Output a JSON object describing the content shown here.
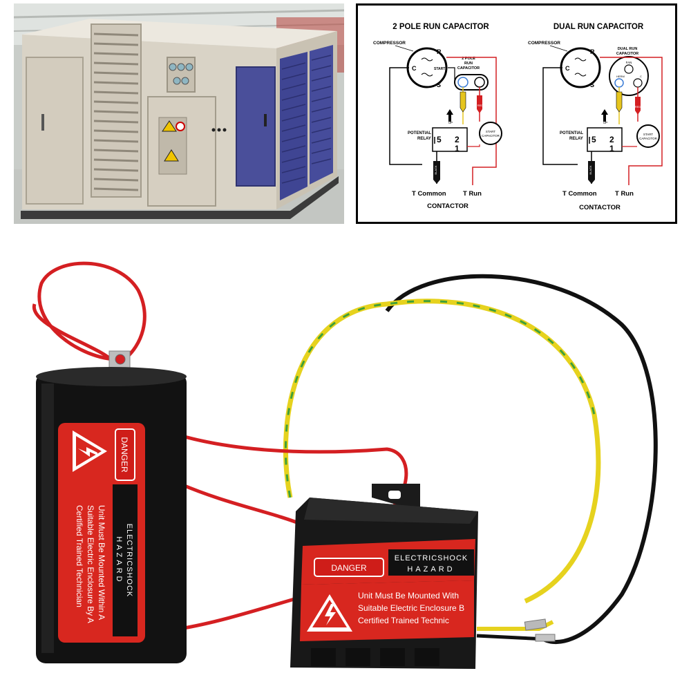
{
  "diagram": {
    "left": {
      "title": "2 POLE RUN CAPACITOR",
      "compressor": "COMPRESSOR",
      "terminal_r": "R",
      "terminal_c": "C",
      "terminal_s": "S",
      "winding_start": "START",
      "run_capacitor": [
        "2 POLE",
        "RUN",
        "CAPACITOR"
      ],
      "potential_relay": [
        "POTENTIAL",
        "RELAY"
      ],
      "relay_contacts": [
        "5",
        "2",
        "1"
      ],
      "up_label": "UP",
      "start_capacitor": [
        "START",
        "CAPACITOR"
      ],
      "wire_black": "BLACK",
      "wire_red": "RED",
      "t_common": "T Common",
      "t_run": "T Run",
      "contactor": "CONTACTOR"
    },
    "right": {
      "title": "DUAL RUN CAPACITOR",
      "compressor": "COMPRESSOR",
      "terminal_r": "R",
      "terminal_c": "C",
      "terminal_s": "S",
      "run_capacitor": [
        "DUAL RUN",
        "CAPACITOR"
      ],
      "cap_fan": "FAN",
      "cap_herm": "HERM",
      "cap_c": "C",
      "potential_relay": [
        "POTENTIAL",
        "RELAY"
      ],
      "relay_contacts": [
        "5",
        "2",
        "1"
      ],
      "up_label": "UP",
      "start_capacitor": [
        "START",
        "CAPACITOR"
      ],
      "wire_black": "BLACK",
      "wire_red": "RED",
      "t_common": "T Common",
      "t_run": "T Run",
      "contactor": "CONTACTOR"
    }
  },
  "capacitor_label": {
    "danger": "DANGER",
    "hazard_line1": "ELECTRICSHOCK",
    "hazard_line2": "HAZARD",
    "warning": [
      "Unit Must Be Mounted Within A",
      "Suitable Electric Enclosure By A",
      "Certified Trained Technician"
    ]
  },
  "relay_label": {
    "danger": "DANGER",
    "hazard_line1": "ELECTRICSHOCK",
    "hazard_line2": "HAZARD",
    "warning": [
      "Unit Must Be Mounted With",
      "Suitable Electric Enclosure B",
      "Certified Trained Technic"
    ]
  },
  "colors": {
    "wire_red": "#d41f22",
    "wire_yellow": "#e6d21e",
    "wire_green": "#2e9a3c",
    "wire_black": "#111111",
    "label_red": "#d8271f",
    "cabinet_beige": "#d9d3c6",
    "cabinet_blue": "#4a4f9a"
  },
  "icons": [
    "hazard-warning-icon"
  ]
}
